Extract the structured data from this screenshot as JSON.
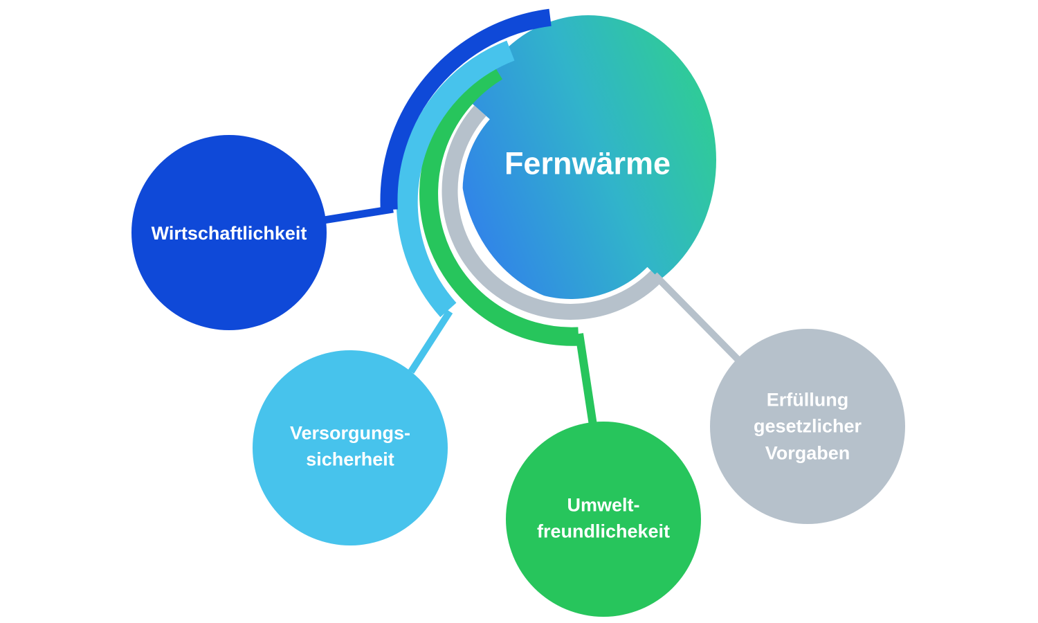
{
  "diagram": {
    "center": {
      "label": "Fernwärme"
    },
    "satellites": [
      {
        "id": "wirtschaftlichkeit",
        "label": "Wirtschaftlichkeit"
      },
      {
        "id": "versorgungssicherheit",
        "label": "Versorgungs-\nsicherheit"
      },
      {
        "id": "umweltfreundlichkeit",
        "label": "Umwelt-\nfreundlichekeit"
      },
      {
        "id": "gesetzliche-vorgaben",
        "label": "Erfüllung\ngesetzlicher\nVorgaben"
      }
    ]
  },
  "colors": {
    "background": "#ffffff",
    "dark_blue": "#0f49d8",
    "light_blue": "#47c3ec",
    "green": "#27c55c",
    "gray": "#b6c1cb",
    "white": "#ffffff",
    "label_text": "#ffffff",
    "gradient_start": "#3181ea",
    "gradient_mid": "#31b4ca",
    "gradient_end": "#2fcd93"
  }
}
